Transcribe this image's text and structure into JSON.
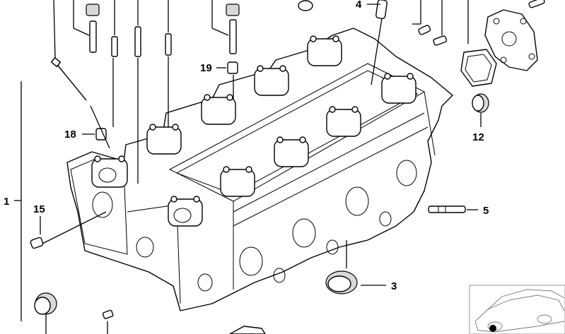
{
  "callouts": {
    "c1": "1",
    "c3": "3",
    "c4": "4",
    "c5": "5",
    "c12": "12",
    "c15": "15",
    "c18": "18",
    "c19": "19"
  }
}
